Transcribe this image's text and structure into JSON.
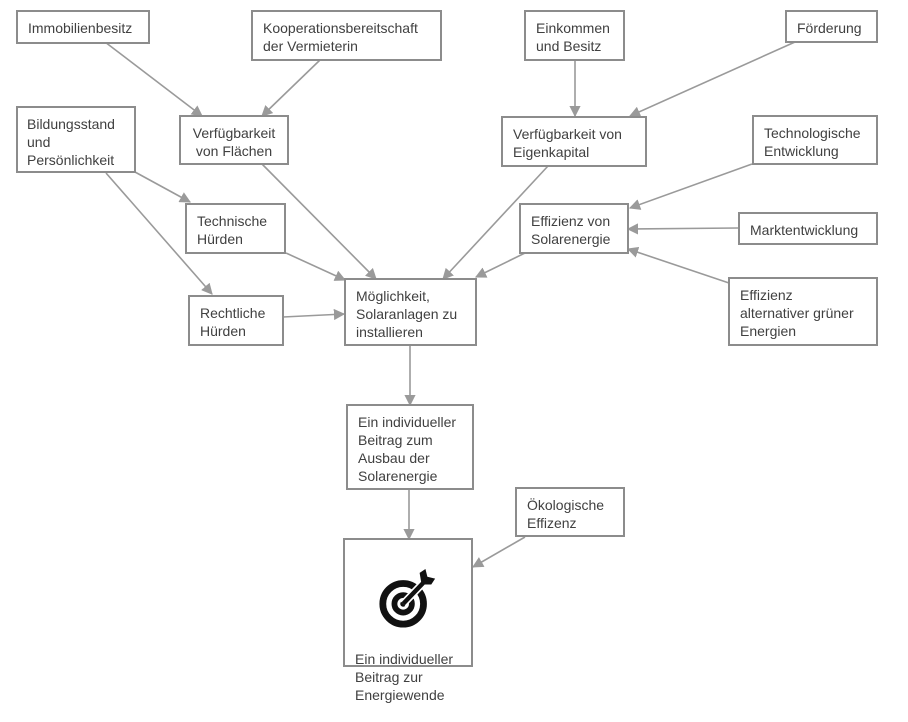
{
  "colors": {
    "border": "#8c8c8c",
    "arrow": "#9a9a9a",
    "text": "#404040",
    "icon": "#111111"
  },
  "nodes": {
    "immobilienbesitz": "Immobilienbesitz",
    "kooperation": "Kooperationsbereitschaft\n der Vermieterin",
    "einkommen": "Einkommen\nund Besitz",
    "foerderung": "Förderung",
    "bildung": "Bildungsstand\nund\nPersönlichkeit",
    "flaechen": "Verfügbarkeit\nvon Flächen",
    "eigenkapital": "Verfügbarkeit von\nEigenkapital",
    "technologie": "Technologische\n Entwicklung",
    "technische_huerden": "Technische\nHürden",
    "effizienz_solar": "Effizienz von\nSolarenergie",
    "marktentwicklung": "Marktentwicklung",
    "rechtliche_huerden": "Rechtliche\nHürden",
    "moeglichkeit": "Möglichkeit,\nSolaranlagen zu\ninstallieren",
    "effizienz_alternativ": "Effizienz\nalternativer grüner\nEnergien",
    "beitrag_solar": "Ein individueller\nBeitrag zum\nAusbau der\nSolarenergie",
    "oekologisch": "Ökologische\nEffizenz",
    "beitrag_energiewende": "Ein individueller\nBeitrag zur\nEnergiewende"
  },
  "goal_icon": "target-with-arrow-icon",
  "edges": [
    {
      "from": "immobilienbesitz",
      "to": "flaechen"
    },
    {
      "from": "kooperation",
      "to": "flaechen"
    },
    {
      "from": "einkommen",
      "to": "eigenkapital"
    },
    {
      "from": "foerderung",
      "to": "eigenkapital"
    },
    {
      "from": "bildung",
      "to": "technische_huerden"
    },
    {
      "from": "bildung",
      "to": "rechtliche_huerden"
    },
    {
      "from": "flaechen",
      "to": "moeglichkeit"
    },
    {
      "from": "eigenkapital",
      "to": "moeglichkeit"
    },
    {
      "from": "technische_huerden",
      "to": "moeglichkeit"
    },
    {
      "from": "rechtliche_huerden",
      "to": "moeglichkeit"
    },
    {
      "from": "effizienz_solar",
      "to": "moeglichkeit"
    },
    {
      "from": "technologie",
      "to": "effizienz_solar"
    },
    {
      "from": "marktentwicklung",
      "to": "effizienz_solar"
    },
    {
      "from": "effizienz_alternativ",
      "to": "effizienz_solar"
    },
    {
      "from": "moeglichkeit",
      "to": "beitrag_solar"
    },
    {
      "from": "beitrag_solar",
      "to": "beitrag_energiewende"
    },
    {
      "from": "oekologisch",
      "to": "beitrag_energiewende"
    }
  ]
}
